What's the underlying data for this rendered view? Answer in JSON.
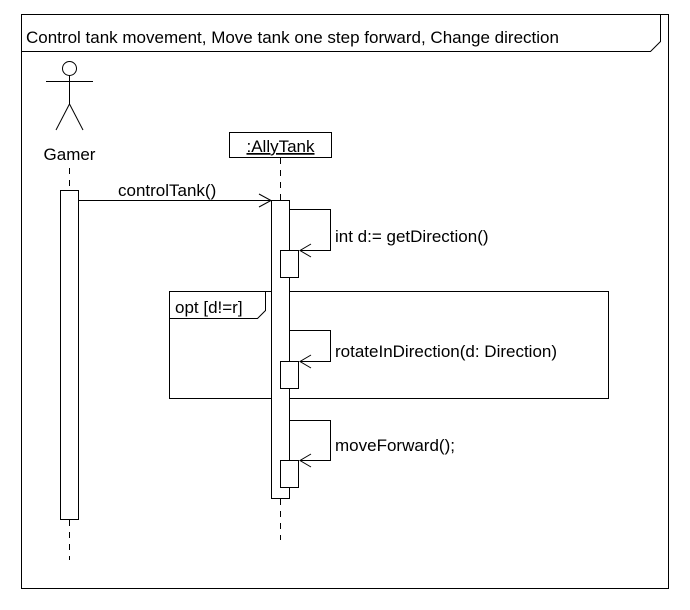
{
  "frame": {
    "title": "Control tank movement, Move tank one step forward, Change direction"
  },
  "lifelines": {
    "gamer": {
      "label": "Gamer"
    },
    "allytank": {
      "label": ":AllyTank"
    }
  },
  "messages": {
    "control_tank": "controlTank()",
    "get_direction": "int d:= getDirection()",
    "rotate": "rotateInDirection(d: Direction)",
    "move_forward": "moveForward();"
  },
  "fragment": {
    "label": "opt [d!=r]"
  }
}
